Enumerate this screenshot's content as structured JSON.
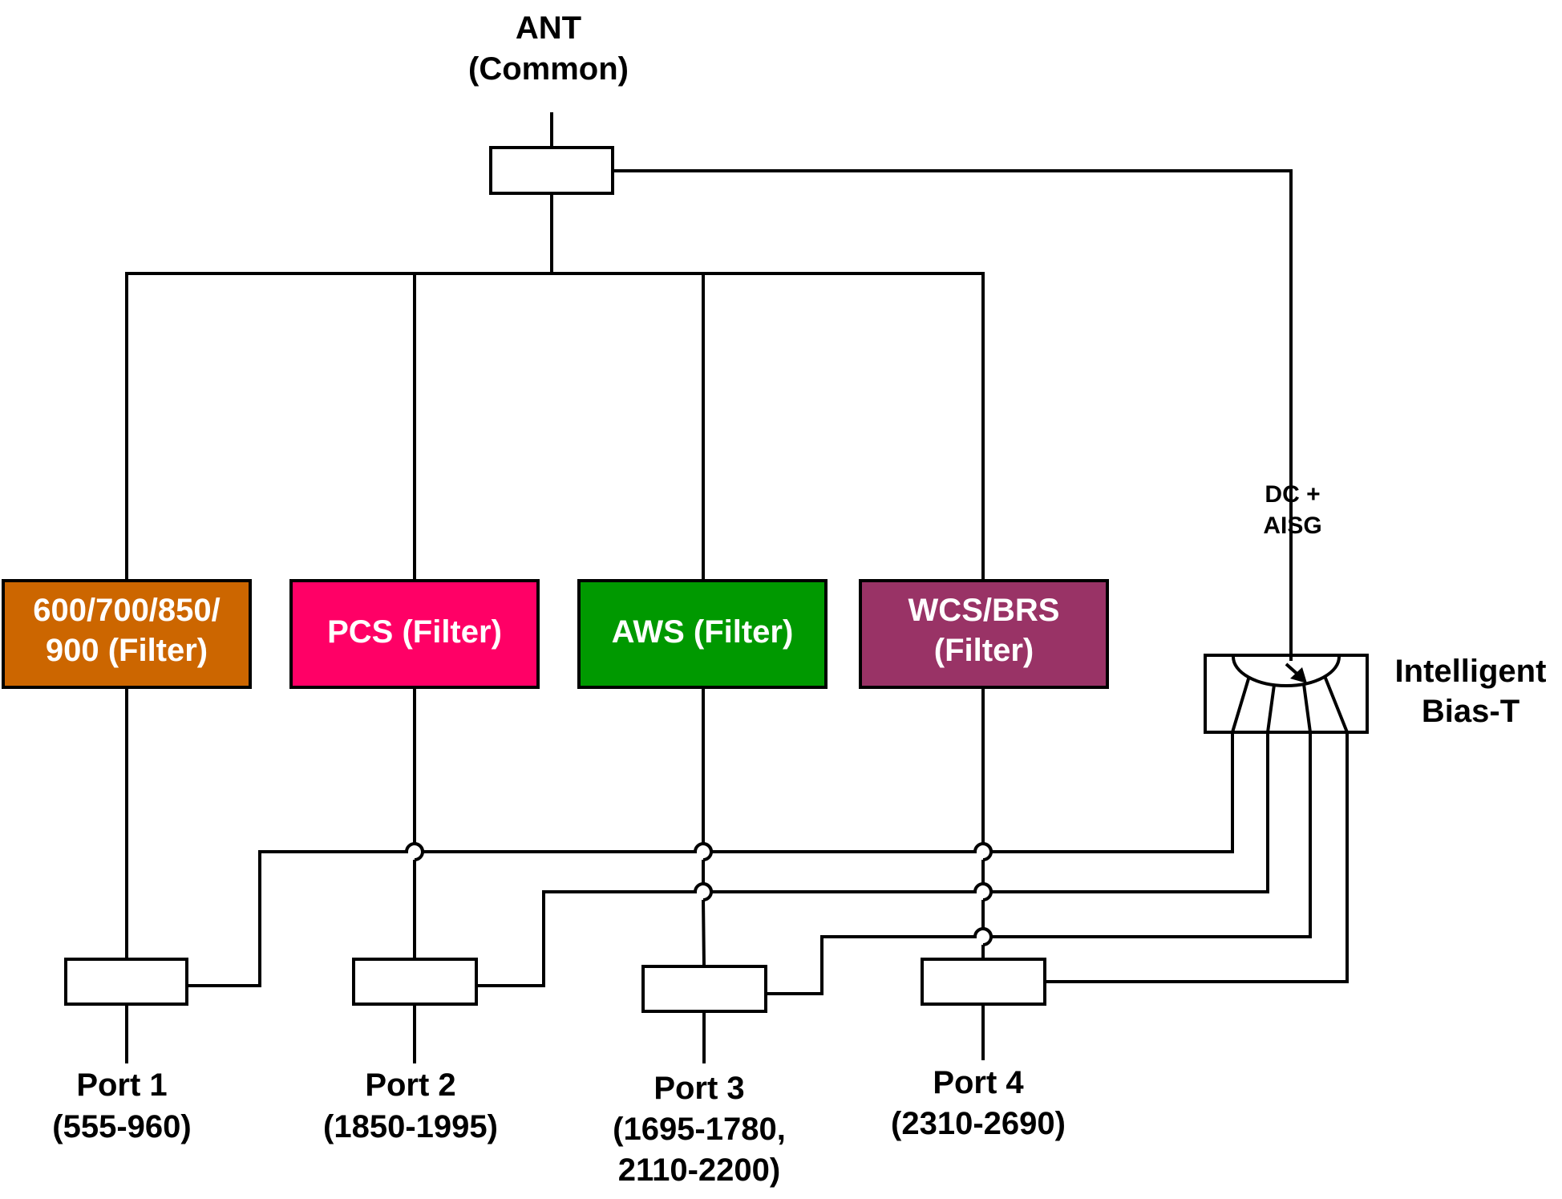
{
  "antenna": {
    "line1": "ANT",
    "line2": "(Common)"
  },
  "filters": [
    {
      "line1": "600/700/850/",
      "line2": "900  (Filter)",
      "color": "#CC6600"
    },
    {
      "line1": "PCS (Filter)",
      "line2": "",
      "color": "#FF0066"
    },
    {
      "line1": "AWS (Filter)",
      "line2": "",
      "color": "#009900"
    },
    {
      "line1": "WCS/BRS",
      "line2": "(Filter)",
      "color": "#993366"
    }
  ],
  "ports": [
    {
      "line1": "Port 1",
      "line2": "(555-960)",
      "line3": ""
    },
    {
      "line1": "Port 2",
      "line2": "(1850-1995)",
      "line3": ""
    },
    {
      "line1": "Port 3",
      "line2": "(1695-1780,",
      "line3": "2110-2200)"
    },
    {
      "line1": "Port 4",
      "line2": "(2310-2690)",
      "line3": ""
    }
  ],
  "dc_label": {
    "line1": "DC +",
    "line2": "AISG"
  },
  "bias_t": {
    "line1": "Intelligent",
    "line2": "Bias-T"
  }
}
